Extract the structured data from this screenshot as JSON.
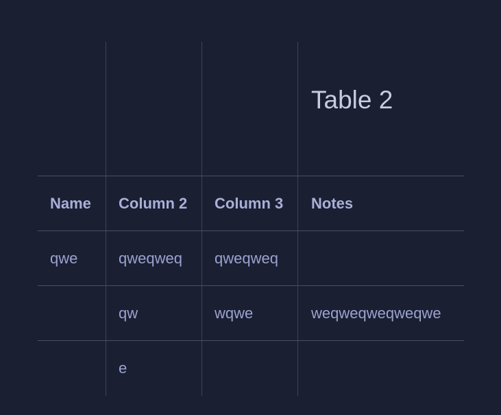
{
  "table": {
    "title": "Table 2",
    "headers": [
      "Name",
      "Column 2",
      "Column 3",
      "Notes"
    ],
    "rows": [
      [
        "qwe",
        "qweqweq",
        "qweqweq",
        ""
      ],
      [
        "",
        "qw",
        "wqwe",
        "weqweqweqweqwe"
      ],
      [
        "",
        "e",
        "",
        ""
      ]
    ]
  },
  "colors": {
    "background": "#1b1f32",
    "grid_line": "#3e4357",
    "title_text": "#c8cce0",
    "header_text": "#a8b0d8",
    "cell_text": "#9aa3d0"
  }
}
